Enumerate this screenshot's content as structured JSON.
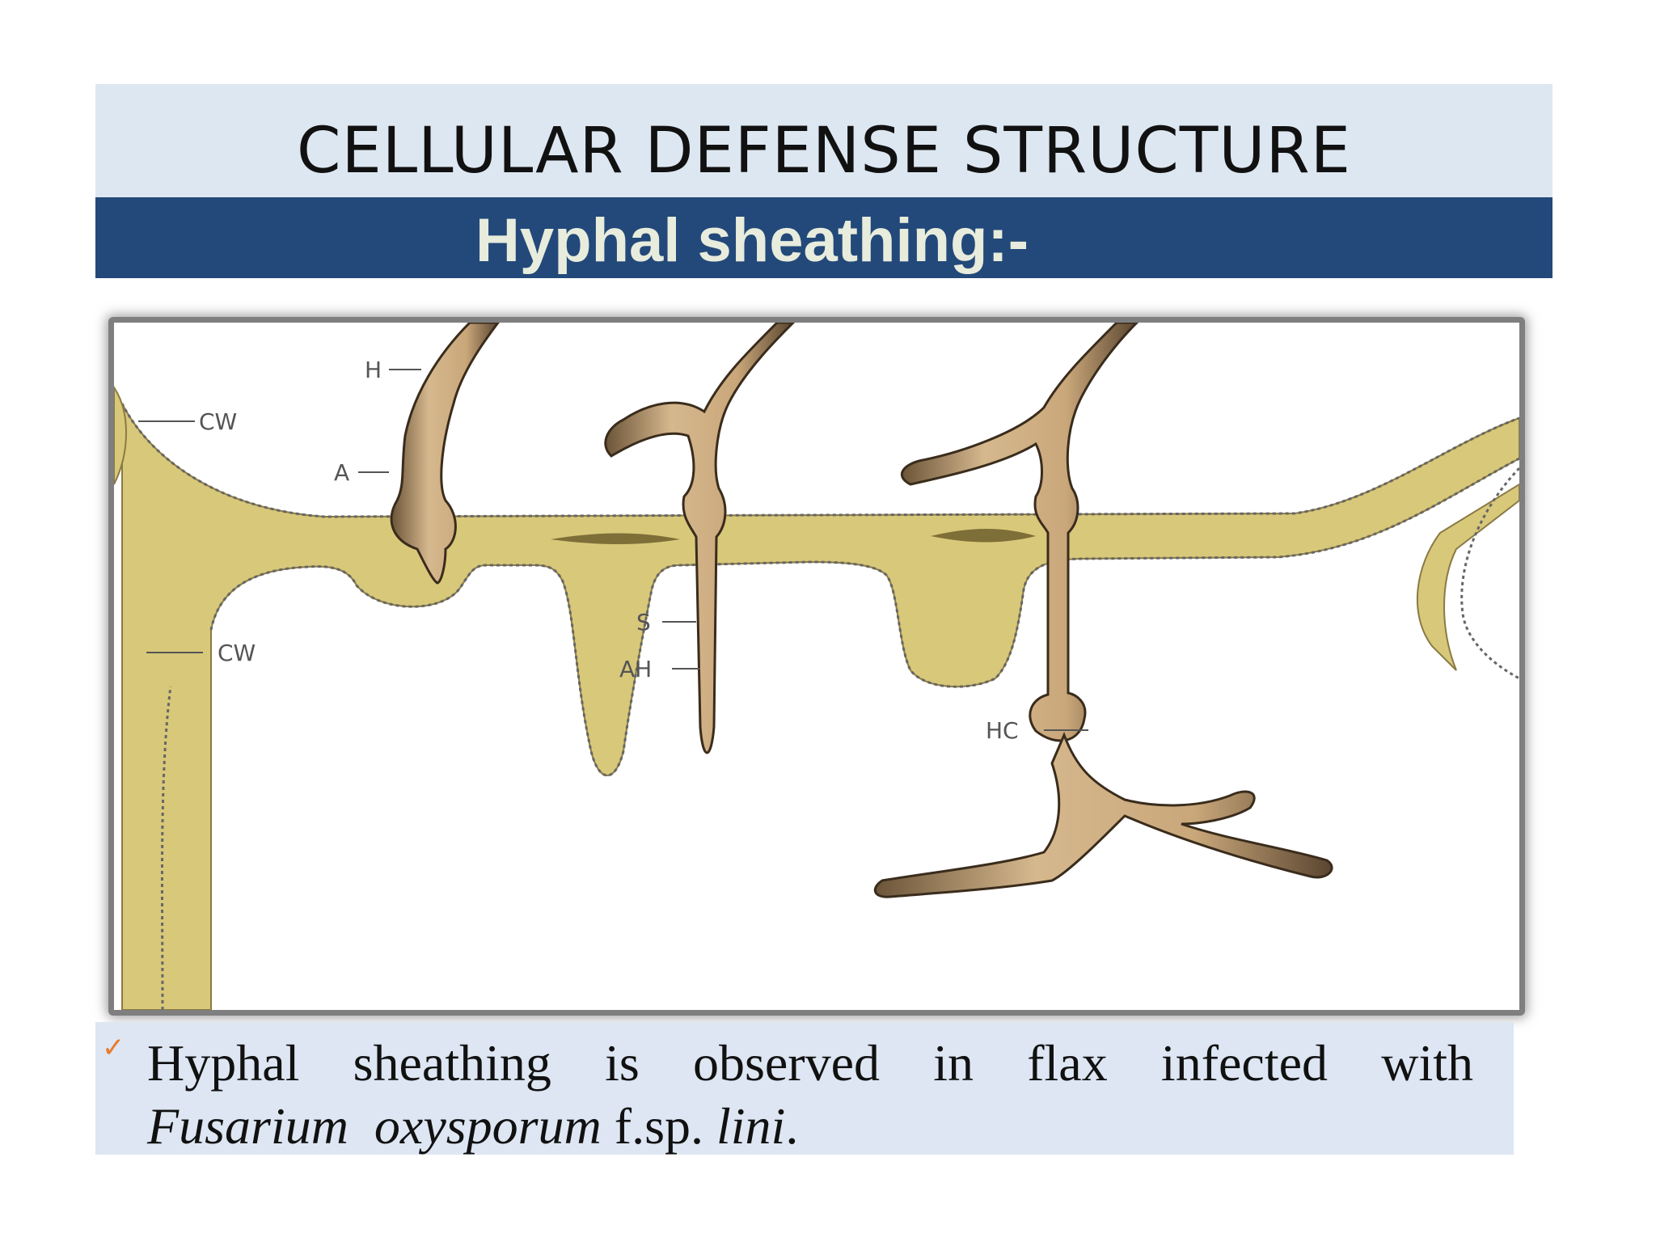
{
  "slide": {
    "title": "CELLULAR DEFENSE STRUCTURE",
    "subtitle": "Hyphal sheathing:-"
  },
  "figure": {
    "labels": {
      "h": "H",
      "cw_top": "CW",
      "a": "A",
      "cw_left": "CW",
      "s": "S",
      "ah": "AH",
      "hc": "HC"
    }
  },
  "caption": {
    "bullet_icon": "checkmark-icon",
    "line1": "Hyphal sheathing is observed in flax infected with",
    "genus": "Fusarium",
    "species": "oxysporum",
    "forma": "f.sp.",
    "special": "lini",
    "end": "."
  },
  "colors": {
    "title_band": "#dde7f1",
    "subtitle_band": "#23497a",
    "cell_wall": "#d8c87a",
    "hypha": "#c9a77a",
    "bullet": "#e97a2a"
  }
}
